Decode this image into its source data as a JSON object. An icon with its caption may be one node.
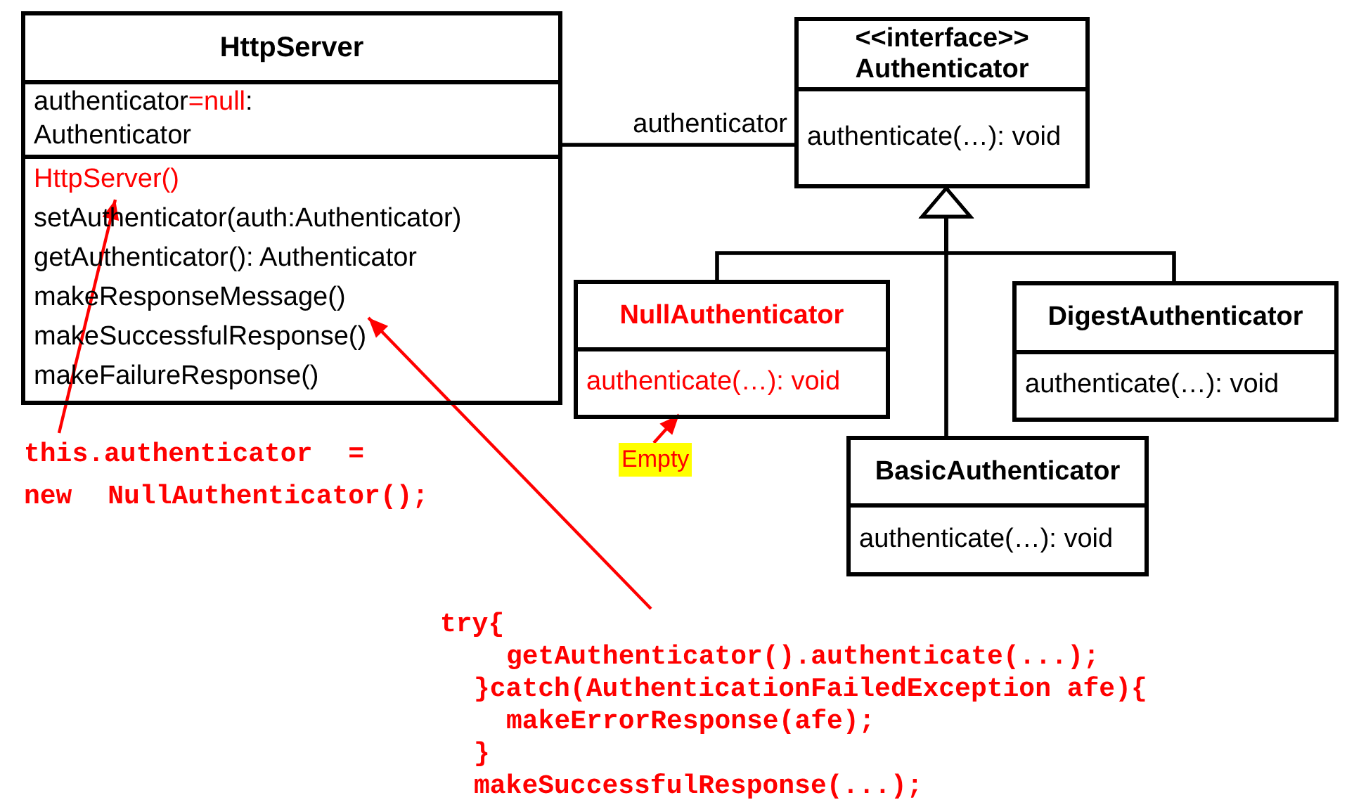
{
  "diagram": {
    "nodes": [
      {
        "text": [
          "HttpServer"
        ]
      },
      {
        "text": [
          "authenticator",
          "=null",
          ":",
          "Authenticator"
        ],
        "in": 0
      },
      {
        "text": [],
        "shape": "box",
        "in": 0
      },
      {
        "text": [
          "HttpServer()"
        ],
        "in": 2
      },
      {
        "text": [
          "setAuthenticator(auth:Authenticator)"
        ],
        "in": 2
      },
      {
        "text": [
          "getAuthenticator(): Authenticator"
        ],
        "in": 2
      },
      {
        "text": [
          "makeResponseMessage()"
        ],
        "in": 2
      },
      {
        "text": [
          "makeSuccessfulResponse()"
        ],
        "in": 2
      },
      {
        "text": [
          "makeFailureResponse()"
        ],
        "in": 2
      },
      {
        "text": [
          "<<interface>>",
          "Authenticator"
        ]
      },
      {
        "text": [
          "authenticate(…): void"
        ],
        "in": 9
      },
      {
        "text": [
          "NullAuthenticator"
        ]
      },
      {
        "text": [
          "authenticate(…): void"
        ],
        "in": 11
      },
      {
        "text": [
          "DigestAuthenticator"
        ]
      },
      {
        "text": [
          "authenticate(…): void"
        ],
        "in": 13
      },
      {
        "text": [
          "BasicAuthenticator"
        ]
      },
      {
        "text": [
          "authenticate(…): void"
        ],
        "in": 15
      },
      {
        "text": [
          "Empty"
        ]
      },
      {
        "text": [
          "this.authenticator = new NullAuthenticator();"
        ]
      },
      {
        "text": [
          "try{",
          "getAuthenticator().authenticate(...);",
          "}catch(AuthenticationFailedException afe){",
          "makeErrorResponse(afe);",
          "}",
          "makeSuccessfulResponse(...);"
        ]
      }
    ],
    "edges": [
      {
        "from": 0,
        "to": 9,
        "arrow": "none",
        "label": "authenticator"
      },
      {
        "from": 11,
        "to": 9,
        "arrow": "to"
      },
      {
        "from": 13,
        "to": 9,
        "arrow": "to"
      },
      {
        "from": 15,
        "to": 9,
        "arrow": "to"
      },
      {
        "from": 17,
        "to": 12,
        "arrow": "to",
        "color": "#ff0000"
      },
      {
        "from": 18,
        "to": 3,
        "arrow": "to",
        "color": "#ff0000"
      },
      {
        "from": 19,
        "to": 6,
        "arrow": "to",
        "color": "#ff0000"
      }
    ]
  }
}
